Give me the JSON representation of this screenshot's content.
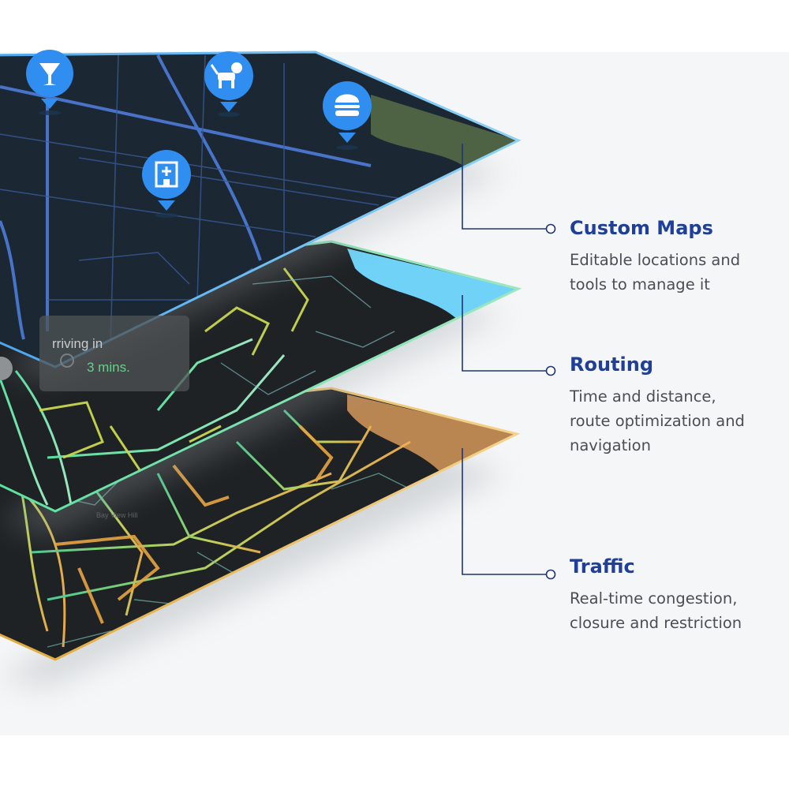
{
  "features": [
    {
      "title": "Custom Maps",
      "desc": "Editable locations and\ntools to manage it"
    },
    {
      "title": "Routing",
      "desc": "Time and distance,\nroute optimization and\nnavigation"
    },
    {
      "title": "Traffic",
      "desc": "Real-time congestion,\nclosure and restriction"
    }
  ],
  "arrival": {
    "line1": "rriving in",
    "line2": "3 mins."
  },
  "map_label": "Bay View Hill",
  "pins": [
    "cocktail-icon",
    "dog-icon",
    "burger-icon",
    "hospital-icon"
  ],
  "colors": {
    "title": "#1f3f99",
    "connector": "#1f3577",
    "pin": "#2f8ef0",
    "layer_top_edge": "#67c2f5",
    "layer_mid_edge": "#7de3b3",
    "layer_bottom_edge": "#f0c16f",
    "water": "#6fd2f6",
    "park": "#4d6343",
    "sand": "#b98652"
  }
}
